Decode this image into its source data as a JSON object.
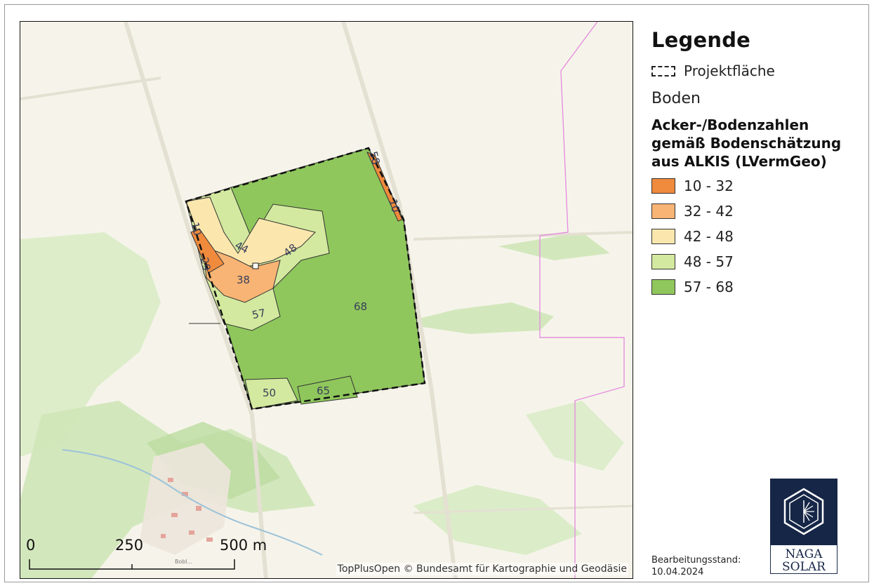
{
  "legend": {
    "title": "Legende",
    "project_area": "Projektfläche",
    "group": "Boden",
    "subtitle_lines": [
      "Acker-/Bodenzahlen",
      "gemäß Bodenschätzung",
      "aus ALKIS (LVermGeo)"
    ],
    "classes": [
      {
        "label": "10 - 32",
        "color": "#f08a3c"
      },
      {
        "label": "32 - 42",
        "color": "#f7b474"
      },
      {
        "label": "42 - 48",
        "color": "#fbe7ad"
      },
      {
        "label": "48 - 57",
        "color": "#d3e99f"
      },
      {
        "label": "57 - 68",
        "color": "#8fc75c"
      }
    ]
  },
  "map": {
    "zone_labels": [
      "10",
      "29",
      "44",
      "48",
      "38",
      "57",
      "68",
      "50",
      "65",
      "58",
      "10"
    ],
    "scale_bar": {
      "ticks": [
        "0",
        "250",
        "500 m"
      ]
    },
    "attribution": "TopPlusOpen © Bundesamt für Kartographie und Geodäsie",
    "place_label": "Bobl..."
  },
  "footer": {
    "status_label": "Bearbeitungsstand:",
    "status_date": "10.04.2024"
  },
  "logo": {
    "line1": "NAGA",
    "line2": "SOLAR"
  }
}
